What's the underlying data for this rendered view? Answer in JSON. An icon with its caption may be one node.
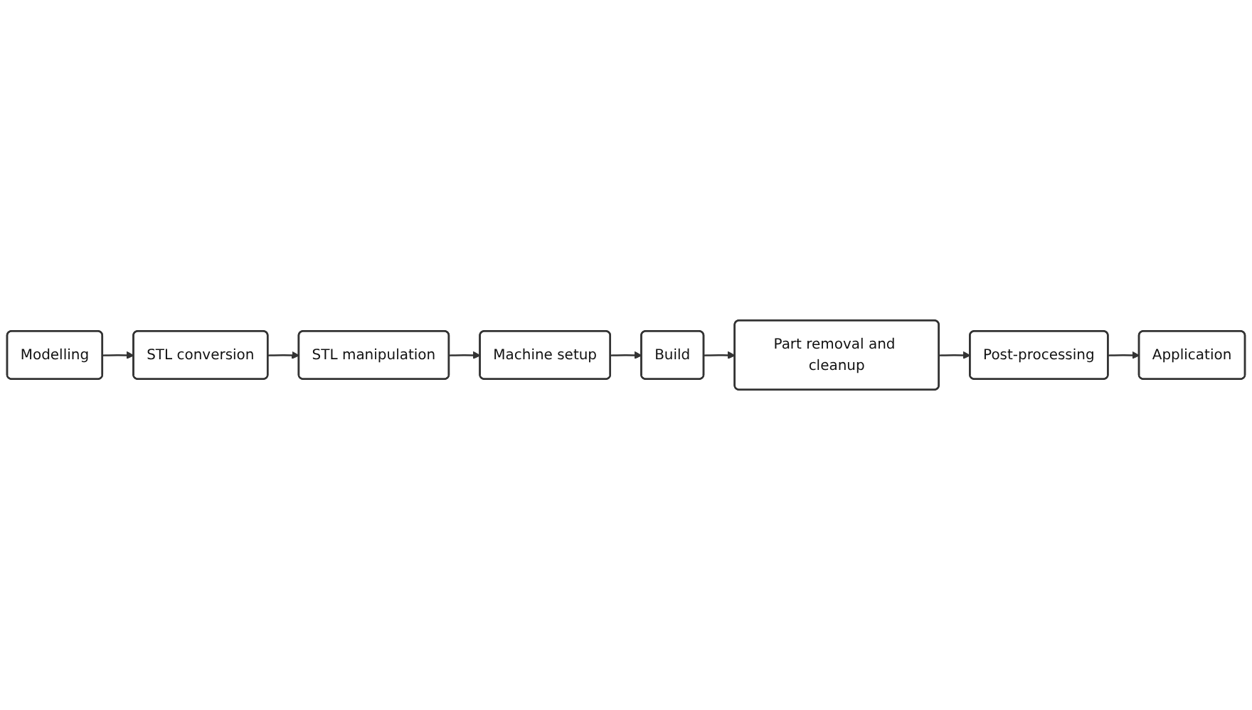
{
  "diagram": {
    "nodes": [
      {
        "text": [
          "Modelling"
        ]
      },
      {
        "text": [
          "STL conversion"
        ]
      },
      {
        "text": [
          "STL manipulation"
        ]
      },
      {
        "text": [
          "Part removal and cleanup"
        ]
      },
      {
        "text": [
          "Build"
        ]
      },
      {
        "text": [
          "Machine setup"
        ]
      },
      {
        "text": [
          "Post-processing"
        ]
      },
      {
        "text": [
          "Application"
        ]
      }
    ],
    "edges": [
      {
        "from": 0,
        "to": 1,
        "arrow": "to"
      },
      {
        "from": 1,
        "to": 2,
        "arrow": "to"
      },
      {
        "from": 2,
        "to": 5,
        "arrow": "to"
      },
      {
        "from": 5,
        "to": 4,
        "arrow": "to"
      },
      {
        "from": 4,
        "to": 3,
        "arrow": "to"
      },
      {
        "from": 3,
        "to": 6,
        "arrow": "to"
      },
      {
        "from": 6,
        "to": 7,
        "arrow": "to"
      }
    ]
  }
}
